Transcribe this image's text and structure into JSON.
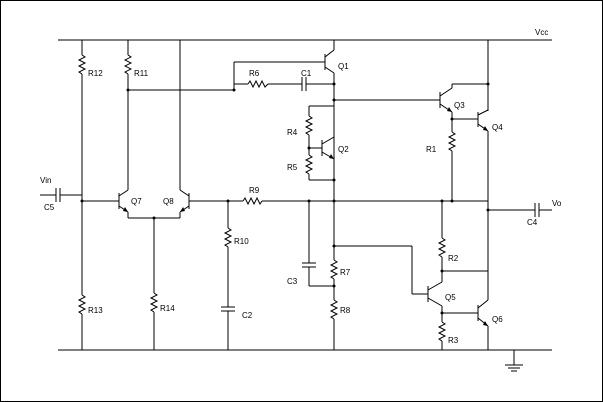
{
  "diagram": {
    "rails": {
      "vcc": "Vcc"
    },
    "terminals": {
      "input": "Vin",
      "output": "Vo"
    },
    "labels": {
      "R1": "R1",
      "R2": "R2",
      "R3": "R3",
      "R4": "R4",
      "R5": "R5",
      "R6": "R6",
      "R7": "R7",
      "R8": "R8",
      "R9": "R9",
      "R10": "R10",
      "R11": "R11",
      "R12": "R12",
      "R13": "R13",
      "R14": "R14",
      "C1": "C1",
      "C2": "C2",
      "C3": "C3",
      "C4": "C4",
      "C5": "C5",
      "Q1": "Q1",
      "Q2": "Q2",
      "Q3": "Q3",
      "Q4": "Q4",
      "Q5": "Q5",
      "Q6": "Q6",
      "Q7": "Q7",
      "Q8": "Q8"
    },
    "colors": {
      "line": "#000000",
      "background": "#ffffff"
    }
  }
}
